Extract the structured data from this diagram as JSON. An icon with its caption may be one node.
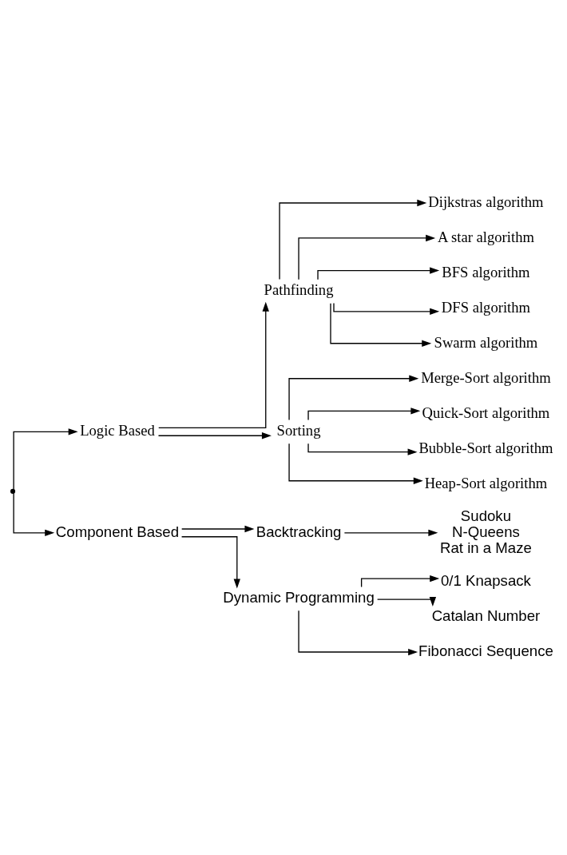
{
  "diagram": {
    "nodes": [
      {
        "text": [],
        "shape": "point"
      },
      {
        "text": [
          "Logic Based"
        ]
      },
      {
        "text": [
          "Pathfinding"
        ]
      },
      {
        "text": [
          "Dijkstras algorithm"
        ]
      },
      {
        "text": [
          "A star algorithm"
        ]
      },
      {
        "text": [
          "BFS algorithm"
        ]
      },
      {
        "text": [
          "DFS algorithm"
        ]
      },
      {
        "text": [
          "Swarm algorithm"
        ]
      },
      {
        "text": [
          "Sorting"
        ]
      },
      {
        "text": [
          "Merge-Sort algorithm"
        ]
      },
      {
        "text": [
          "Quick-Sort algorithm"
        ]
      },
      {
        "text": [
          "Bubble-Sort algorithm"
        ]
      },
      {
        "text": [
          "Heap-Sort algorithm"
        ]
      },
      {
        "text": [
          "Component Based"
        ]
      },
      {
        "text": [
          "Backtracking"
        ]
      },
      {
        "text": [
          "Sudoku",
          "N-Queens",
          "Rat in a Maze"
        ]
      },
      {
        "text": [
          "Dynamic Programming"
        ]
      },
      {
        "text": [
          "0/1 Knapsack"
        ]
      },
      {
        "text": [
          "Catalan Number"
        ]
      },
      {
        "text": [
          "Fibonacci Sequence"
        ]
      }
    ],
    "edges": [
      {
        "from": 0,
        "to": 1,
        "arrow": "to"
      },
      {
        "from": 1,
        "to": 2,
        "arrow": "to"
      },
      {
        "from": 2,
        "to": 3,
        "arrow": "to"
      },
      {
        "from": 2,
        "to": 4,
        "arrow": "to"
      },
      {
        "from": 2,
        "to": 5,
        "arrow": "to"
      },
      {
        "from": 2,
        "to": 6,
        "arrow": "to"
      },
      {
        "from": 2,
        "to": 7,
        "arrow": "to"
      },
      {
        "from": 1,
        "to": 8,
        "arrow": "to"
      },
      {
        "from": 8,
        "to": 9,
        "arrow": "to"
      },
      {
        "from": 8,
        "to": 10,
        "arrow": "to"
      },
      {
        "from": 8,
        "to": 11,
        "arrow": "to"
      },
      {
        "from": 8,
        "to": 12,
        "arrow": "to"
      },
      {
        "from": 0,
        "to": 13,
        "arrow": "to"
      },
      {
        "from": 13,
        "to": 14,
        "arrow": "to"
      },
      {
        "from": 14,
        "to": 15,
        "arrow": "to"
      },
      {
        "from": 13,
        "to": 16,
        "arrow": "to"
      },
      {
        "from": 16,
        "to": 17,
        "arrow": "to"
      },
      {
        "from": 16,
        "to": 18,
        "arrow": "to"
      },
      {
        "from": 16,
        "to": 19,
        "arrow": "to"
      }
    ]
  }
}
